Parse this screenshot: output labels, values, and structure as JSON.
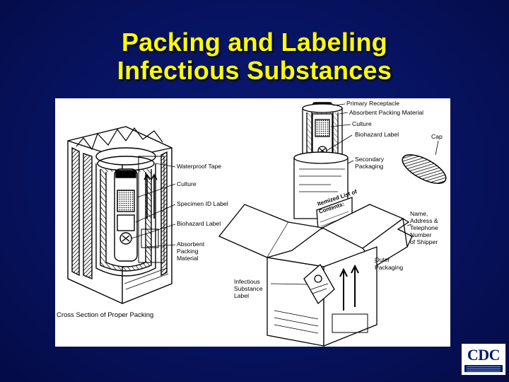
{
  "slide": {
    "title_line1": "Packing and Labeling",
    "title_line2": "Infectious Substances"
  },
  "figure": {
    "cross_section": {
      "waterproof_tape": "Waterproof Tape",
      "culture": "Culture",
      "specimen_id_label": "Specimen ID Label",
      "biohazard_label": "Biohazard Label",
      "absorbent_1": "Absorbent",
      "absorbent_2": "Packing",
      "absorbent_3": "Material",
      "caption": "Cross Section of Proper Packing"
    },
    "exploded": {
      "primary_receptacle": "Primary Receptacle",
      "absorbent_packing_material": "Absorbent Packing Material",
      "culture": "Culture",
      "biohazard_label": "Biohazard Label",
      "cap": "Cap",
      "secondary_1": "Secondary",
      "secondary_2": "Packaging",
      "itemized_1": "Itemized List of",
      "itemized_2": "Contents:",
      "shipper_1": "Name,",
      "shipper_2": "Address &",
      "shipper_3": "Telephone",
      "shipper_4": "Number",
      "shipper_5": "of Shipper",
      "outer_1": "Outer",
      "outer_2": "Packaging",
      "infectious_1": "Infectious",
      "infectious_2": "Substance",
      "infectious_3": "Label"
    }
  },
  "logo": {
    "text": "CDC"
  }
}
